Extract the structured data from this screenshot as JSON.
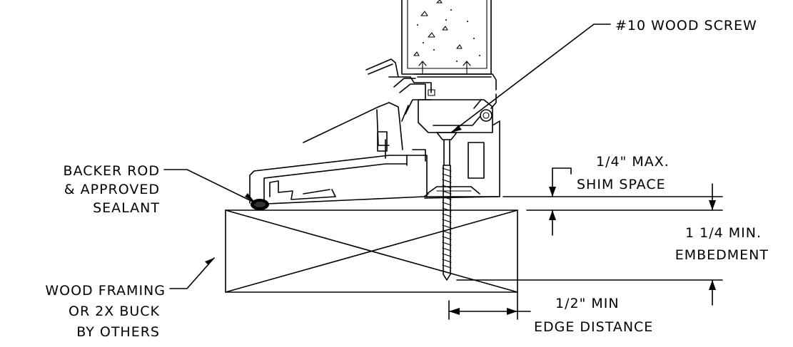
{
  "labels": {
    "screw": "#10 WOOD SCREW",
    "backer_line1": "BACKER ROD",
    "backer_line2": "& APPROVED",
    "backer_line3": "SEALANT",
    "shim_line1": "1/4\" MAX.",
    "shim_line2": "SHIM SPACE",
    "embed_line1": "1 1/4 MIN.",
    "embed_line2": "EMBEDMENT",
    "framing_line1": "WOOD FRAMING",
    "framing_line2": "OR 2X BUCK",
    "framing_line3": "BY OTHERS",
    "edge_line1": "1/2\" MIN",
    "edge_line2": "EDGE DISTANCE"
  }
}
